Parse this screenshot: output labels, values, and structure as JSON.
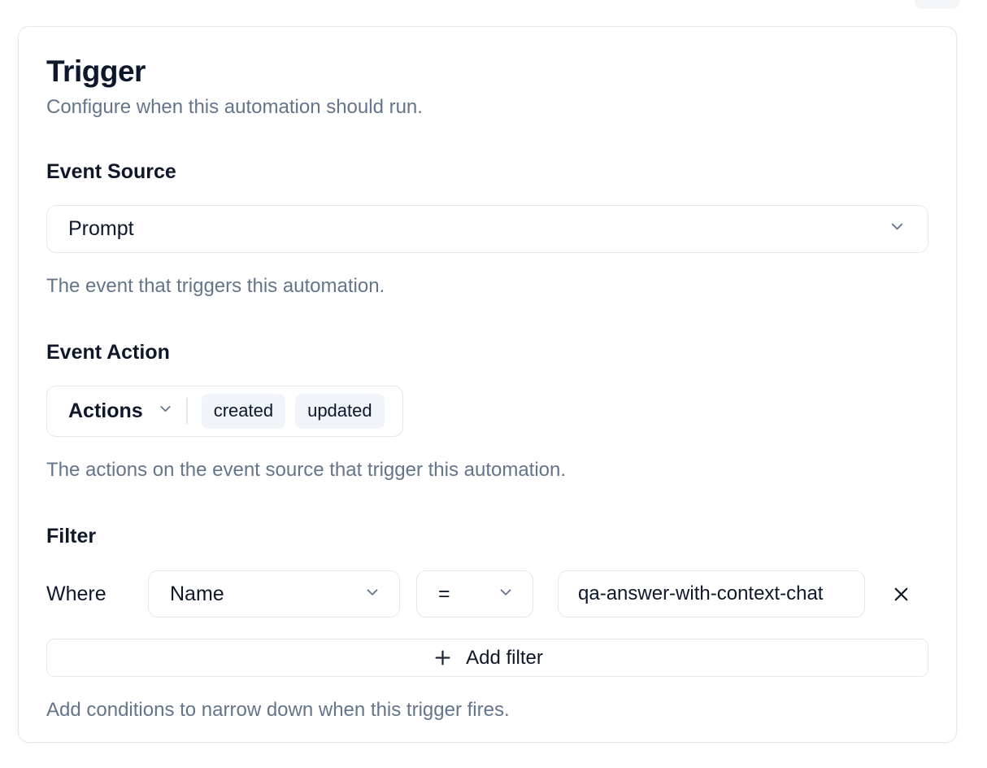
{
  "card": {
    "title": "Trigger",
    "subtitle": "Configure when this automation should run."
  },
  "event_source": {
    "label": "Event Source",
    "value": "Prompt",
    "helper": "The event that triggers this automation."
  },
  "event_action": {
    "label": "Event Action",
    "dropdown_label": "Actions",
    "selected_actions": [
      "created",
      "updated"
    ],
    "helper": "The actions on the event source that trigger this automation."
  },
  "filter": {
    "label": "Filter",
    "where_label": "Where",
    "field": "Name",
    "operator": "=",
    "value": "qa-answer-with-context-chat",
    "add_button_label": "Add filter",
    "helper": "Add conditions to narrow down when this trigger fires."
  },
  "icons": {
    "chevron_down": "chevron-down",
    "close": "x",
    "plus": "plus"
  },
  "colors": {
    "foreground": "#0f172a",
    "muted_text": "#64748b",
    "border": "#e2e8f0",
    "chip_background": "#f1f5f9"
  }
}
